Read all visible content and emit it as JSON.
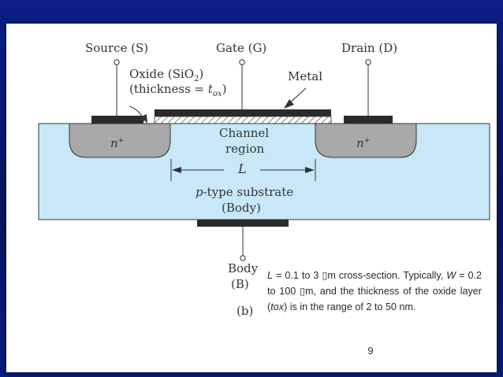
{
  "diagram": {
    "source_label": "Source (S)",
    "gate_label": "Gate (G)",
    "drain_label": "Drain (D)",
    "oxide_line1": "Oxide (SiO",
    "oxide_sub": "2",
    "oxide_close": ")",
    "oxide_line2_prefix": "(thickness = ",
    "oxide_line2_t": "t",
    "oxide_line2_sub": "ox",
    "oxide_line2_suffix": ")",
    "metal_label": "Metal",
    "n_plus_left": "n",
    "n_plus_right": "n",
    "plus_sup": "+",
    "channel_line1": "Channel",
    "channel_line2": "region",
    "length_label": "L",
    "substrate_line1_p": "p",
    "substrate_line1_rest": "-type substrate",
    "substrate_line2": "(Body)",
    "body_line1": "Body",
    "body_line2": "(B)",
    "figure_tag": "(b)",
    "colors": {
      "substrate": "#c8e8f8",
      "n_region": "#a9a9a9",
      "metal": "#2b2b2b",
      "outline": "#333333"
    }
  },
  "note": {
    "L_symbol": "L",
    "line1_text": " = 0.1 to 3 ▯m cross-section. Typically, ",
    "W_symbol": "W",
    "line2_text": " = 0.2 to 100 ▯m, and the thickness of the oxide layer (",
    "tox_t": "t",
    "tox_rest": "ox",
    "line3_text": ") is in the range of 2 to 50 nm."
  },
  "page_number": "9"
}
